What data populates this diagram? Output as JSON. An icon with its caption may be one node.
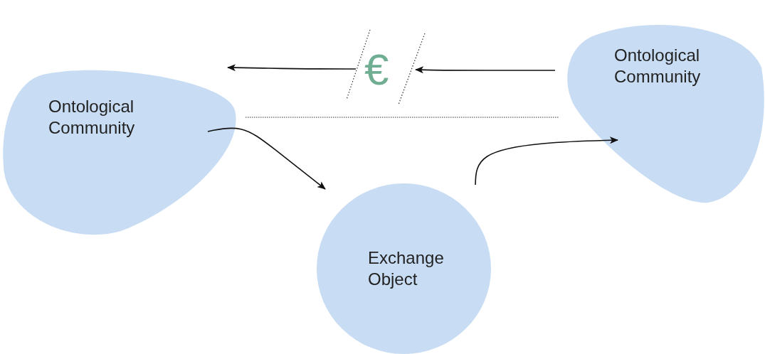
{
  "diagram": {
    "nodes": [
      {
        "text": [
          "Ontological Community"
        ]
      },
      {
        "text": [
          "Exchange Object"
        ]
      },
      {
        "text": [
          "Ontological Community"
        ]
      },
      {
        "text": [
          "€"
        ]
      }
    ],
    "edges": [
      {
        "from": 0,
        "to": 1,
        "arrow": "to"
      },
      {
        "from": 1,
        "to": 2,
        "arrow": "to"
      },
      {
        "from": 2,
        "to": 3,
        "arrow": "to"
      },
      {
        "from": 3,
        "to": 0,
        "arrow": "to"
      }
    ]
  }
}
